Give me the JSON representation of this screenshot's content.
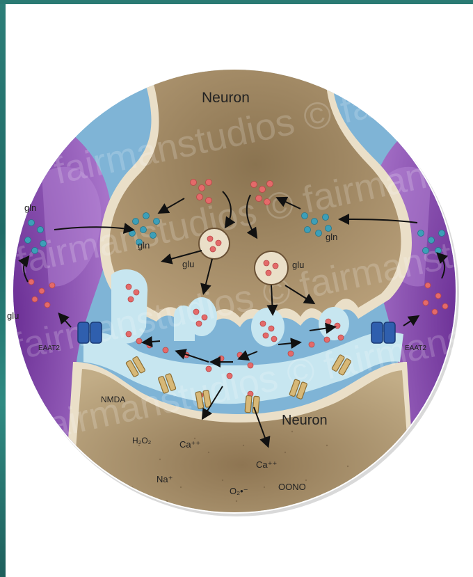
{
  "labels": {
    "top_neuron": "Neuron",
    "bottom_neuron": "Neuron",
    "gln_left_outer": "gln",
    "gln_left_inner": "gln",
    "gln_right": "gln",
    "glu_left": "glu",
    "glu_right": "glu",
    "glu_far_left": "glu",
    "eaat2_left": "EAAT2",
    "eaat2_right": "EAAT2",
    "nmda": "NMDA",
    "h2o2": "H₂O₂",
    "ca_left": "Ca⁺⁺",
    "ca_right": "Ca⁺⁺",
    "na": "Na⁺",
    "o2": "O₂•⁻",
    "oono": "OONO"
  },
  "watermark": "fairmanstudios © fairmanstudios",
  "colors": {
    "astrocyte": "#8e55b5",
    "glia_blue": "#7fb4d6",
    "synaptic_cleft": "#bfe3ef",
    "neuron": "#b8a382",
    "glutamate": "#e46a6a",
    "glutamine": "#3d9fb8",
    "transporter": "#2f5fae",
    "receptor": "#d7b877"
  }
}
